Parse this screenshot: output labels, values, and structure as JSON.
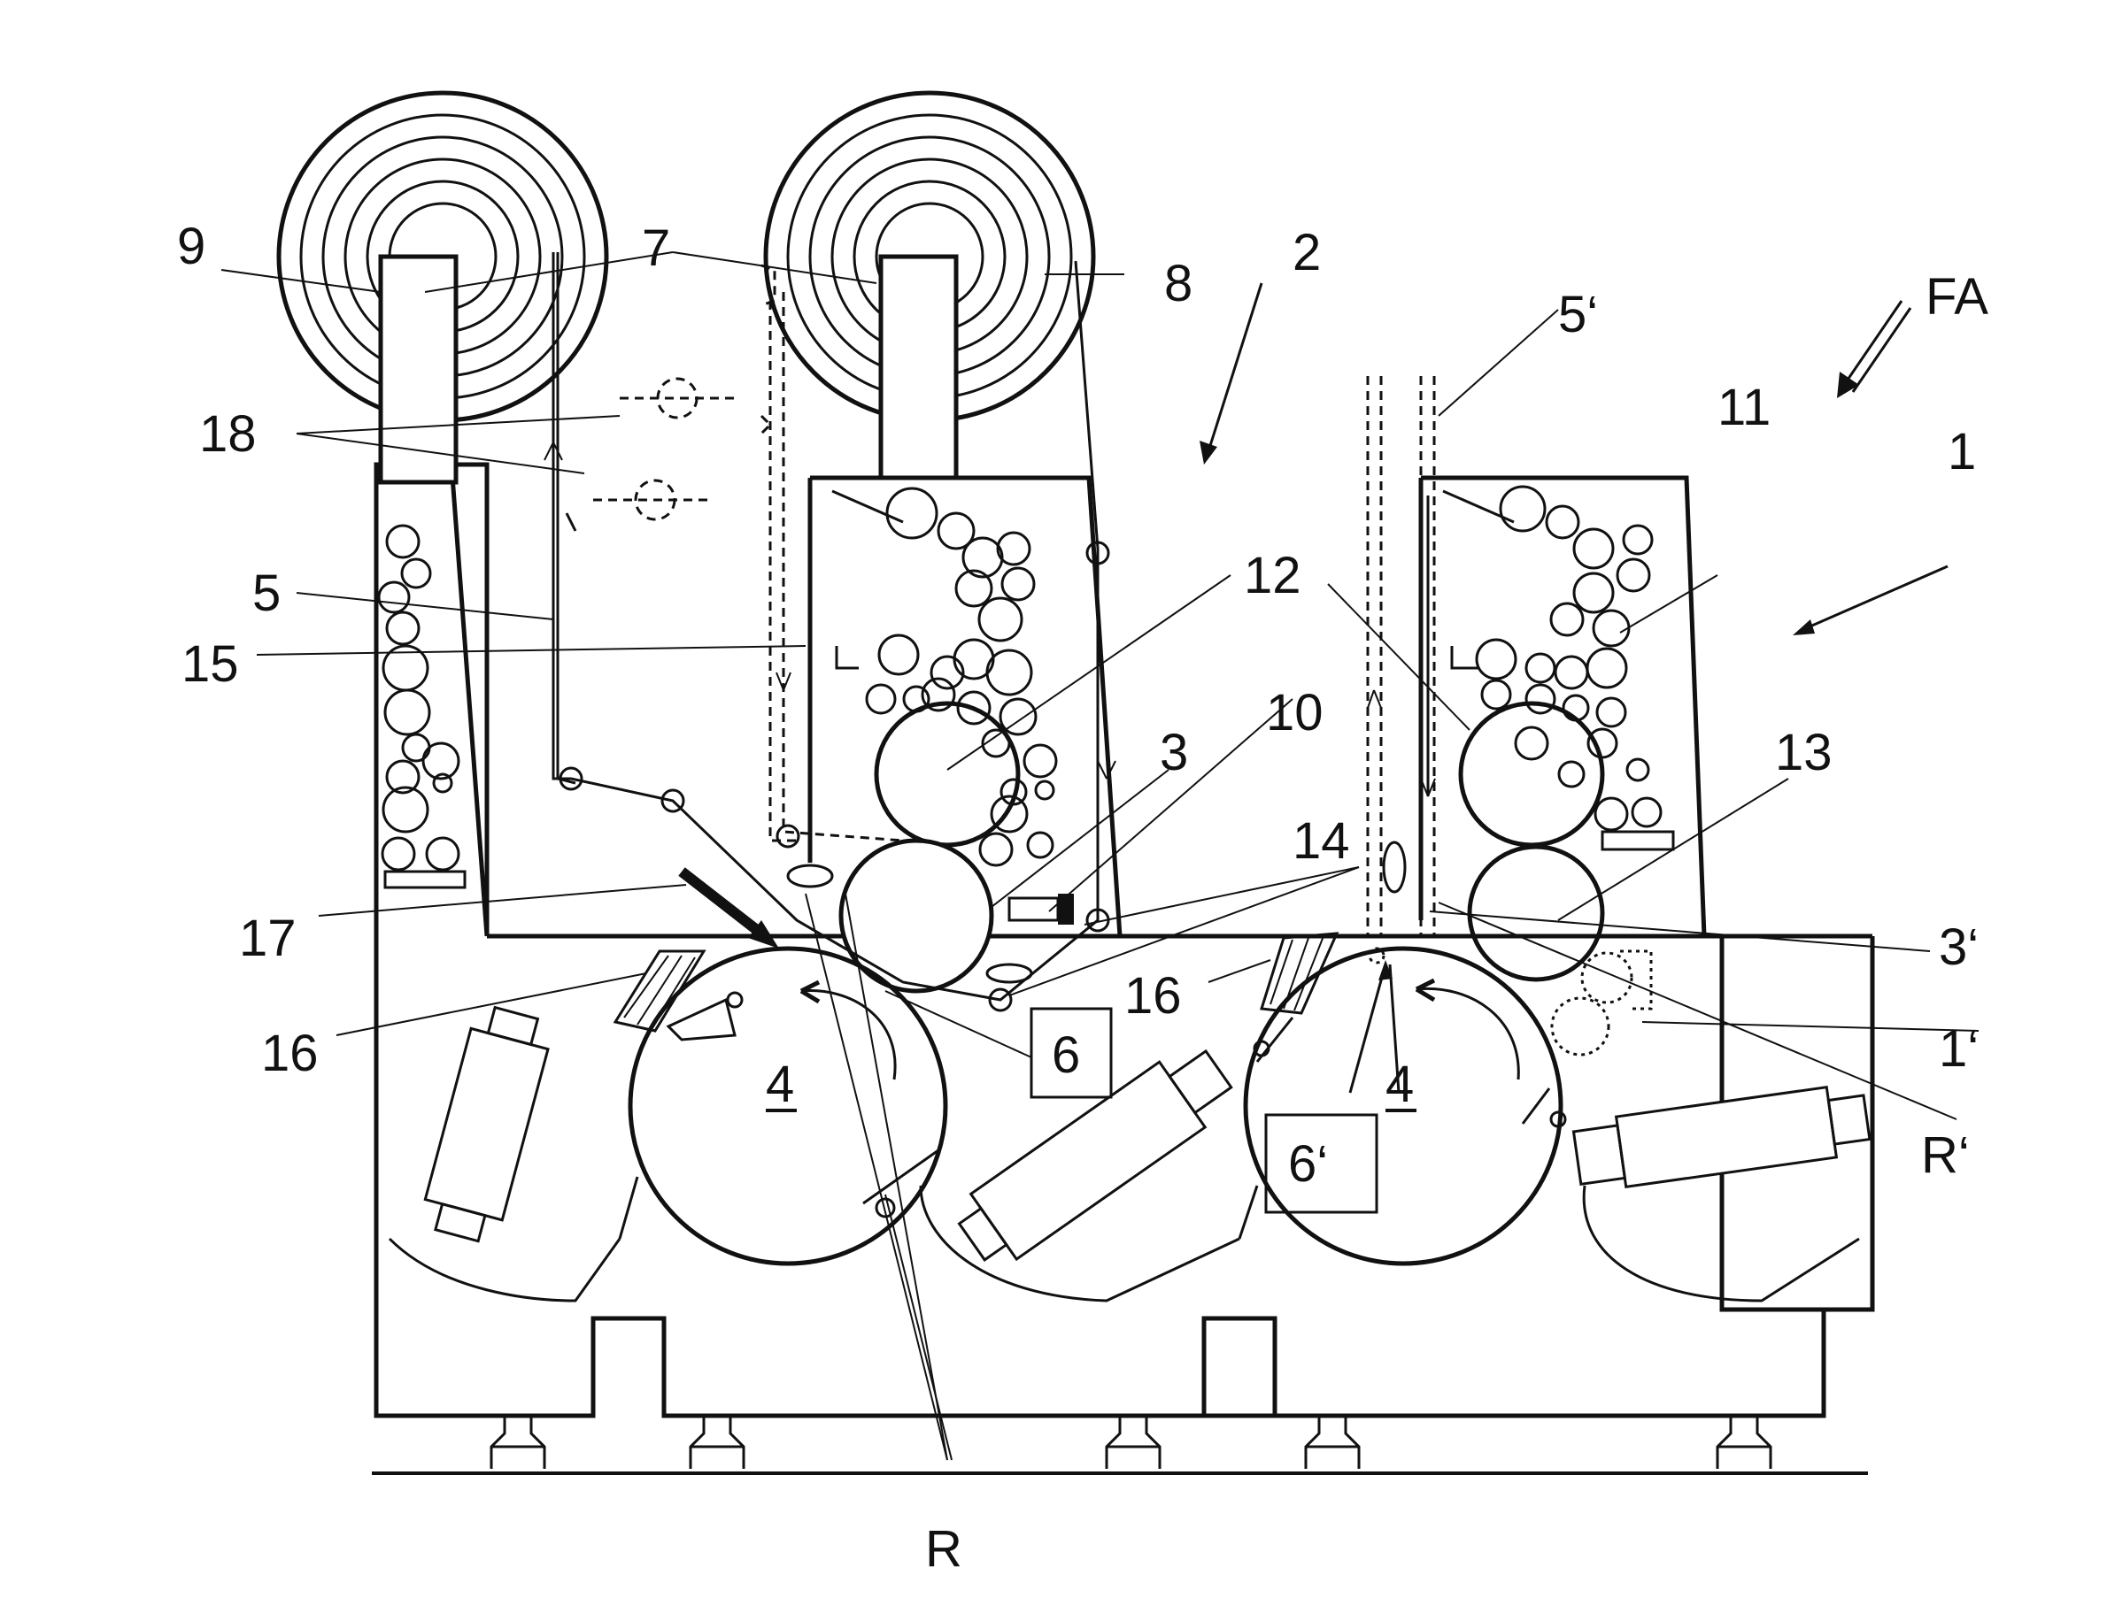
{
  "labels": {
    "l9": "9",
    "l7": "7",
    "l8": "8",
    "l2": "2",
    "l5p": "5‘",
    "lFA": "FA",
    "l11": "11",
    "l1": "1",
    "l18": "18",
    "l5": "5",
    "l12a": "12",
    "l15": "15",
    "l10": "10",
    "l3": "3",
    "l13": "13",
    "l14": "14",
    "l17": "17",
    "l3p": "3‘",
    "l16a": "16",
    "l16b": "16",
    "l1p": "1‘",
    "l4a": "4",
    "l4b": "4",
    "l6": "6",
    "l6p": "6‘",
    "lRp": "R‘",
    "lR": "R"
  }
}
